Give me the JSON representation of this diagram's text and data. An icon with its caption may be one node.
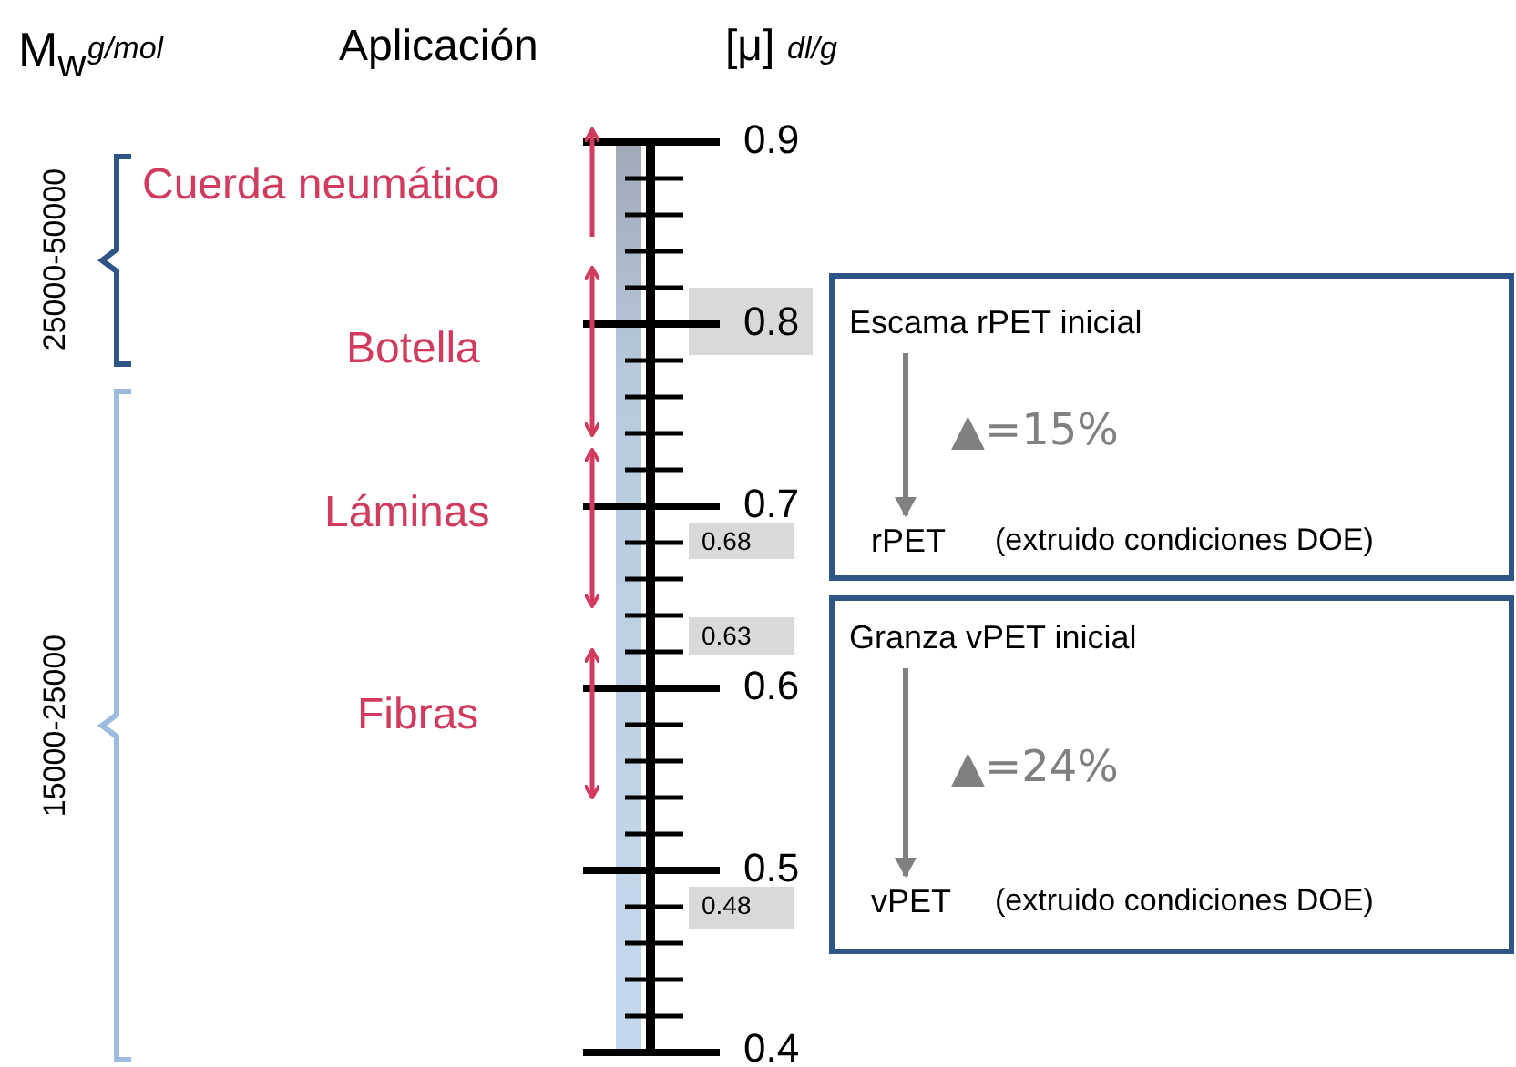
{
  "diagram": {
    "nodes": [
      {
        "text": [],
        "shape": "box"
      },
      {
        "text": [
          "Escama rPET inicial"
        ],
        "in": 0
      },
      {
        "text": [
          "rPET"
        ],
        "in": 0,
        "beside": [
          "(extruido condiciones DOE)"
        ]
      },
      {
        "text": [],
        "shape": "box"
      },
      {
        "text": [
          "Granza vPET inicial"
        ],
        "in": 3
      },
      {
        "text": [
          "vPET"
        ],
        "in": 3,
        "beside": [
          "(extruido condiciones DOE)"
        ]
      }
    ],
    "edges": [
      {
        "from": 1,
        "to": 2,
        "arrow": "to",
        "label": "▲=15%"
      },
      {
        "from": 4,
        "to": 5,
        "arrow": "to",
        "label": "▲=24%"
      }
    ],
    "labels": [
      "M$_{w}$",
      "g/mol",
      "Aplicación",
      "[μ]",
      "dl/g",
      "25000-50000",
      "Cuerda neumático",
      "0.9",
      "Botella",
      "0.8",
      "15000-25000",
      "Láminas",
      "0.7",
      "0.68",
      "0.63",
      "0.6",
      "Fibras",
      "0.5",
      "0.48",
      "0.4"
    ]
  }
}
